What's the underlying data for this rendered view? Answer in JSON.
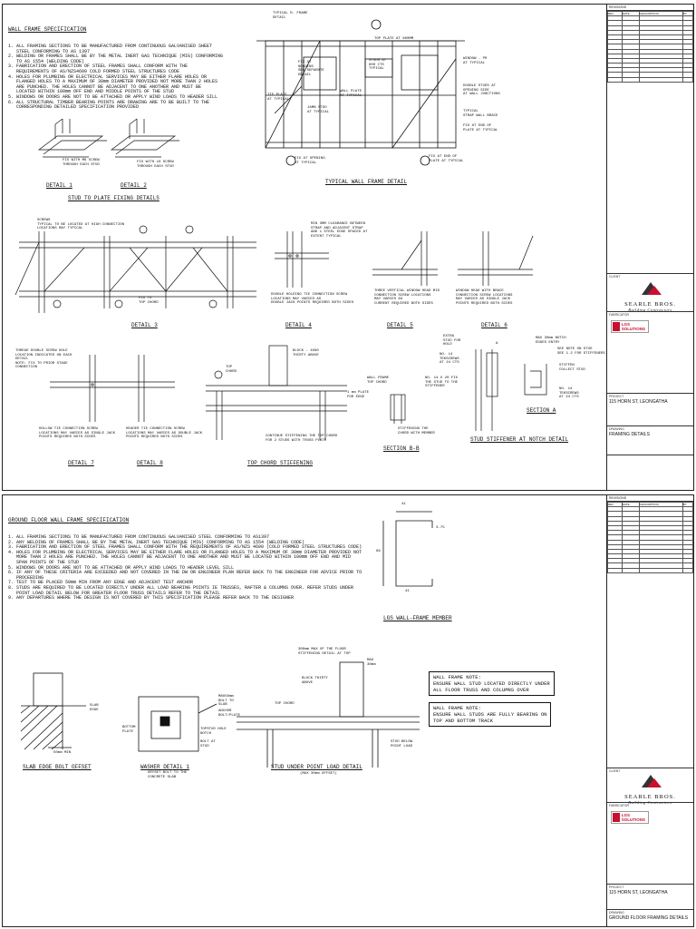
{
  "top": {
    "spec_title": "WALL FRAME SPECIFICATION",
    "spec_lines": [
      "1. ALL FRAMING SECTIONS TO BE MANUFACTURED FROM CONTINUOUS GALVANISED SHEET",
      "   STEEL CONFORMING TO AS 1397",
      "2. WELDING OR FRAMES SHALL BE BY THE METAL INERT GAS TECHNIQUE (MIG) CONFORMING",
      "   TO AS 1554 (WELDING CODE)",
      "3. FABRICATION AND ERECTION OF STEEL FRAMES SHALL CONFORM WITH THE",
      "   REQUIREMENTS OF AS/NZS4600 COLD FORMED STEEL STRUCTURES CODE",
      "4. HOLES FOR PLUMBING OR ELECTRICAL SERVICES MAY BE EITHER FLARE HOLES OR",
      "   FLANGED HOLES TO A MAXIMUM OF 38mm DIAMETER PROVIDED NOT MORE THAN 2 HOLES",
      "   ARE PUNCHED. THE HOLES CANNOT BE ADJACENT TO ONE ANOTHER AND MUST BE",
      "   LOCATED WITHIN 100mm OFF END AND MIDDLE POINTS OF THE STUD",
      "5. WINDOWS OR DOORS ARE NOT TO BE ATTACHED OR APPLY WIND LOADS TO HEADER SILL",
      "6. ALL STRUCTURAL TIMBER BEARING POINTS ARE DRAWING ARE TO BE BUILT TO THE",
      "   CORRESPONDING DETAILED SPECIFICATION PROVIDED"
    ],
    "captions": {
      "detail1": "DETAIL 1",
      "detail2": "DETAIL 2",
      "stud_plate": "STUD TO PLATE FIXING DETAILS",
      "typical_wall": "TYPICAL WALL FRAME DETAIL",
      "detail3": "DETAIL 3",
      "detail4": "DETAIL 4",
      "detail5": "DETAIL 5",
      "detail6": "DETAIL 6",
      "detail7": "DETAIL 7",
      "detail8": "DETAIL 8",
      "top_chord": "TOP CHORD STIFFENING",
      "section_bb": "SECTION B-B",
      "stud_stiffener": "STUD STIFFENER AT NOTCH DETAIL",
      "section_a": "SECTION A"
    },
    "labels": {
      "typical_frame": "TYPICAL R. FRAME\nDETAIL",
      "stud_at_centres": "STUDS AT\n600 CTS\nTYPICAL",
      "top_plate": "TOP PLATE AT 600MM",
      "window_opening": "WINDOW - PR\nAT TYPICAL",
      "double_stud": "DOUBLE STUDS AT\nOPENING SIDE\nAT WALL JUNCTIONS",
      "typical_brace": "TYPICAL\nSTRAP WALL BRACE",
      "fix_end_plate": "FIX AT END OF\nPLATE AT TYPICAL",
      "fix_opening": "FIX AT OPENING\nAT TYPICAL",
      "wall_plate": "WALL PLATE\nAT TYPICAL",
      "bottom_plate": "TIE PLATE\nAT TYPICAL",
      "jamb_stud": "JAMB STUD\nAT TYPICAL",
      "noggin": "FIX AT\nNOGGINS\nSEE SEPARATE\nDETAIL",
      "screws_base": "FIX WITH M6 SCREW\nTHROUGH EACH STUD",
      "screws_base2": "FIX WITH 10 SCREW\nTHROUGH EACH STUD",
      "detail3_note": "SCREWS\nTYPICAL TO BE LOCATED AT HIGH CONNECTION\nLOCATIONS MAY TYPICAL",
      "fix_to_chord": "FIX TO\nTOP CHORD",
      "d4_clear": "MIN 3MM CLEARANCE BETWEEN\nSTRAP AND ADJACENT STRAP\nAND 1 STEEL EDGE SPACED AT\nEXTENT TYPICAL",
      "d4_note": "DOUBLE HOLDING TIE CONNECTION SCREW\nLOCATIONS MAY VARIES AS\nDOUBLE JACK POINTS REQUIRED BOTH SIDES",
      "d5_note": "THREE VERTICAL WINDOW HEAD MID\nCONNECTION SCREW LOCATIONS\nMAY VARIES AS\nCURRENT REQUIRED BOTH SIDES",
      "d6_note": "WINDOW HEAD WITH BRACE\nCONNECTION SCREW LOCATIONS\nMAY VARIES AS SINGLE JACK\nPOINTS REQUIRED BOTH SIDES",
      "d7_top": "THREAD DOUBLE SCREW HOLE\nLOCATION INDICATED ON EACH\nDETAIL\nNOTE: FIX TO PRIOR STAGE\nCONNECTION",
      "d7_note": "HOLLOW TIE CONNECTION SCREW\nLOCATIONS MAY VARIES AS SINGLE JACK\nPOINTS REQUIRED BOTH SIDES",
      "d8_note": "HEADER TIE CONNECTION SCREW\nLOCATIONS MAY VARIES AS DOUBLE JACK\nPOINTS REQUIRED BOTH SIDES",
      "tc_top": "TOP\nCHORD",
      "tc_blocks": "BLOCK - 4X90\nTHIRTY ABOVE",
      "tc_note": "CONTINUE STIFFENING THE TOP CHORD\nFOR 2 STUDS WITH TRUSS PLATE",
      "bb_frame": "WALL FRAME\nTOP CHORD",
      "bb_plate": "1 mm PLATE\nFOR EDGE",
      "bb_note": "STIFFENING THE\nCHORD WITH MEMBER",
      "sa_top": "MAX 30mm NOTCH\nEDGES ENTRY",
      "sa_screw": "SEE NOTE ON STUD\nSEE 1.2 FOR STIFFENERS",
      "sa_stiff": "STIFFEN\nCOLLECT STUD",
      "sa_spacing": "NO. 14\nTEKSCREWS\nAT 24 CTS",
      "ss_a": "A",
      "ss_hatch": "EXTRA\nSTUD FOR\nHOLD",
      "ss_screw": "NO. 14\nTEKSCREWS\nAT 24 CTS",
      "ss_mid": "NO. 14 X 20 FIX\nTHE STUD TO THE\nSTIFFENER"
    }
  },
  "bottom": {
    "spec_title": "GROUND FLOOR WALL FRAME SPECIFICATION",
    "spec_lines": [
      "1. ALL FRAMING SECTIONS TO BE MANUFACTURED FROM CONTINUOUS GALVANISED STEEL CONFORMING TO AS1397",
      "2. ANY WELDING OF FRAMES SHALL BE BY THE METAL INERT GAS TECHNIQUE (MIG) CONFORMING TO AS 1554 (WELDING CODE)",
      "3. FABRICATION AND ERECTION OF STEEL FRAMES SHALL CONFORM WITH THE REQUIREMENTS OF AS/NZS 4600 (COLD FORMED STEEL STRUCTURES CODE)",
      "4. HOLES FOR PLUMBING OR ELECTRICAL SERVICES MAY BE EITHER FLARE HOLES OR FLANGED HOLES TO A MAXIMUM OF 38mm DIAMETER PROVIDED NOT",
      "   MORE THAN 2 HOLES ARE PUNCHED. THE HOLES CANNOT BE ADJACENT TO ONE ANOTHER AND MUST BE LOCATED WITHIN 100mm OFF END AND MID",
      "   SPAN POINTS OF THE STUD",
      "5. WINDOWS OR DOORS ARE NOT TO BE ATTACHED OR APPLY WIND LOADS TO HEADER LEVEL SILL",
      "6. IF ANY OF THESE CRITERIA ARE EXCEEDED AND NOT COVERED IN THE DW OR ENGINEER PLAN REFER BACK TO THE ENGINEER FOR ADVICE PRIOR TO",
      "   PROCEEDING",
      "7. TEST TO BE PLACED 50mm MIN FROM ANY EDGE AND ADJACENT TEST ANCHOR",
      "8. STUDS ARE REQUIRED TO BE LOCATED DIRECTLY UNDER ALL LOAD BEARING POINTS IE TRUSSES, RAFTER & COLUMNS OVER. REFER STUDS UNDER",
      "   POINT LOAD DETAIL BELOW FOR GREATER FLOOR TRUSS DETAILS REFER TO THE DETAIL",
      "9. ANY DEPARTURES WHERE THE DESIGN IS NOT COVERED BY THIS SPECIFICATION PLEASE REFER BACK TO THE DESIGNER"
    ],
    "captions": {
      "lgs_member": "LGS WALL-FRAME MEMBER",
      "slab_edge": "SLAB EDGE BOLT OFFSET",
      "washer": "WASHER DETAIL 1",
      "washer_sub": "DRYSET BOLT TO THE\nCONCRETE SLAB",
      "point_load": "STUD UNDER POINT LOAD DETAIL",
      "point_load_sub": "(MAX 30mm OFFSET)"
    },
    "notes": [
      "WALL FRAME NOTE:\nENSURE WALL STUD LOCATED DIRECTLY UNDER\nALL FLOOR TRUSS AND COLUMNS OVER",
      "WALL FRAME NOTE:\nENSURE WALL STUDS ARE FULLY BEARING ON\nTOP AND BOTTOM TRACK"
    ],
    "labels": {
      "dim_top": "41",
      "dim_lip": "3.75",
      "dim_web": "89",
      "dim_bot": "41",
      "slab_edge": "SLAB\nEDGE",
      "slab_dim": "50mm MIN",
      "washer_a": "M8X50mm\nBOLT TO\nSLAB",
      "washer_b": "ANCHOR\nBOLT/PLATE",
      "washer_c": "BOTTOM\nPLATE",
      "washer_d": "TOPSTUD HOLE\nNOTCH",
      "washer_e": "BOLT AT\nSTUD",
      "pl_top": "300mm MAX OF THE FLOOR\nSTIFFENING DETAIL AT TOP",
      "pl_max": "MAX\n30mm",
      "pl_block": "BLOCK THIRTY\nABOVE",
      "pl_chord": "TOP CHORD",
      "pl_stud": "STUD BELOW\nPOINT LOAD"
    }
  },
  "titleblock": {
    "revisions_label": "REVISIONS",
    "rev_cols": [
      "REV",
      "DATE",
      "DESCRIPTION",
      "BY"
    ],
    "client_label": "CLIENT",
    "builder_name": "SEARLE BROS.",
    "builder_sub": "Building Contractors",
    "fabricator_label": "FABRICATOR",
    "fabricator_name": "LGS SOLUTIONS",
    "project_label": "PROJECT",
    "project_top": "115 HORN ST, LEONGATHA",
    "project_bot": "115 HORN ST, LEONGATHA",
    "drawing_label": "DRAWING",
    "drawing_top": "FRAMING DETAILS",
    "drawing_bot": "GROUND FLOOR FRAMING DETAILS"
  },
  "colors": {
    "line": "#111111",
    "hatch": "#444444",
    "logo_red": "#c8102e",
    "logo_dark": "#333333"
  }
}
